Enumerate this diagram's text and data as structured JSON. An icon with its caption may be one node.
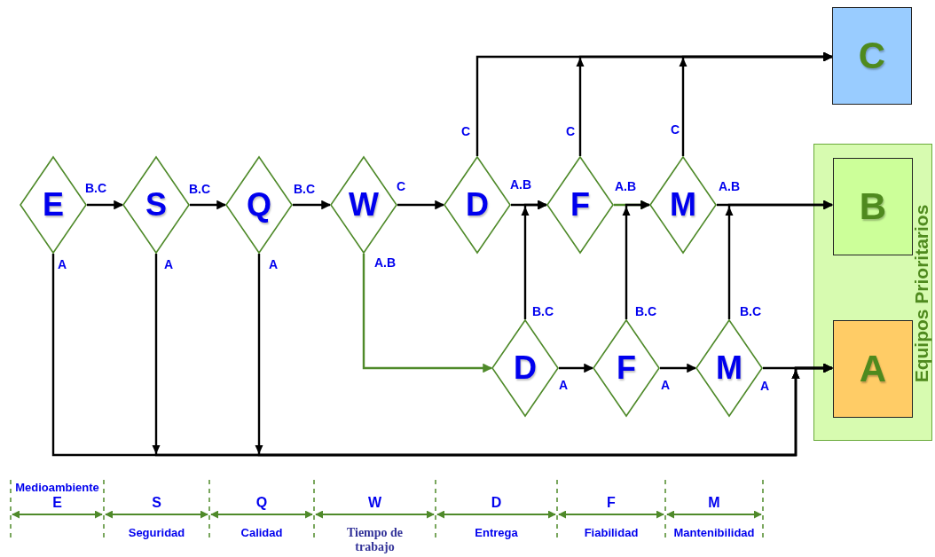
{
  "diagram": {
    "nodes": [
      {
        "text": [
          "E"
        ]
      },
      {
        "text": [
          "S"
        ]
      },
      {
        "text": [
          "Q"
        ]
      },
      {
        "text": [
          "W"
        ]
      },
      {
        "text": [
          "D"
        ]
      },
      {
        "text": [
          "F"
        ]
      },
      {
        "text": [
          "M"
        ]
      },
      {
        "text": [
          "D"
        ]
      },
      {
        "text": [
          "F"
        ]
      },
      {
        "text": [
          "M"
        ]
      },
      {
        "text": [
          "C"
        ]
      },
      {
        "text": [
          "Equipos Prioritarios"
        ]
      },
      {
        "text": [
          "B"
        ],
        "in": 11
      },
      {
        "text": [
          "A"
        ],
        "in": 11
      }
    ],
    "edges": [
      {
        "from": 0,
        "to": 1,
        "arrow": "to",
        "label": "B.C"
      },
      {
        "from": 1,
        "to": 2,
        "arrow": "to",
        "label": "B.C"
      },
      {
        "from": 2,
        "to": 3,
        "arrow": "to",
        "label": "B.C"
      },
      {
        "from": 3,
        "to": 4,
        "arrow": "to",
        "label": "C"
      },
      {
        "from": 4,
        "to": 5,
        "arrow": "to",
        "label": "A.B"
      },
      {
        "from": 5,
        "to": 6,
        "arrow": "to",
        "label": "A.B",
        "color": "#4f8a2a"
      },
      {
        "from": 6,
        "to": 12,
        "arrow": "to",
        "label": "A.B"
      },
      {
        "from": 4,
        "to": 10,
        "arrow": "to",
        "label": "C"
      },
      {
        "from": 5,
        "to": 10,
        "arrow": "to",
        "label": "C"
      },
      {
        "from": 6,
        "to": 10,
        "arrow": "to",
        "label": "C"
      },
      {
        "from": 3,
        "to": 7,
        "arrow": "to",
        "label": "A.B",
        "color": "#4f8a2a"
      },
      {
        "from": 7,
        "to": 8,
        "arrow": "to",
        "label": "A"
      },
      {
        "from": 8,
        "to": 9,
        "arrow": "to",
        "label": "A"
      },
      {
        "from": 9,
        "to": 13,
        "arrow": "to",
        "label": "A"
      },
      {
        "from": 7,
        "to": 5,
        "arrow": "to",
        "label": "B.C"
      },
      {
        "from": 8,
        "to": 6,
        "arrow": "to",
        "label": "B.C"
      },
      {
        "from": 9,
        "to": 12,
        "arrow": "to",
        "label": "B.C"
      },
      {
        "from": 0,
        "to": 13,
        "arrow": "to",
        "label": "A"
      },
      {
        "from": 1,
        "to": 13,
        "arrow": "to",
        "label": "A"
      },
      {
        "from": 2,
        "to": 13,
        "arrow": "to",
        "label": "A"
      }
    ],
    "labels": [
      "Medioambiente",
      "E",
      "S",
      "Q",
      "W",
      "D",
      "F",
      "M",
      "Seguridad",
      "Calidad",
      "Tiempo de trabajo",
      "Entrega",
      "Fiabilidad",
      "Mantenibilidad"
    ]
  }
}
